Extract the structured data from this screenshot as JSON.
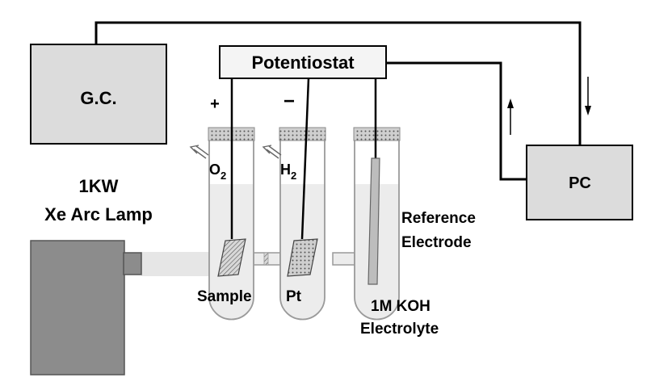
{
  "labels": {
    "gc": "G.C.",
    "potentiostat": "Potentiostat",
    "pc": "PC",
    "lamp_line1": "1KW",
    "lamp_line2": "Xe Arc Lamp",
    "plus": "+",
    "minus": "−",
    "o2_base": "O",
    "o2_sub": "2",
    "h2_base": "H",
    "h2_sub": "2",
    "reference_line1": "Reference",
    "reference_line2": "Electrode",
    "sample": "Sample",
    "pt": "Pt",
    "koh_line1": "1M KOH",
    "koh_line2": "Electrolyte"
  },
  "colors": {
    "box_fill": "#dcdcdc",
    "lamp_fill": "#8c8c8c",
    "beam": "#e6e6e6",
    "electrolyte": "#ececec",
    "tube_stroke": "#9a9a9a",
    "electrode_fill": "#bdbdbd"
  }
}
